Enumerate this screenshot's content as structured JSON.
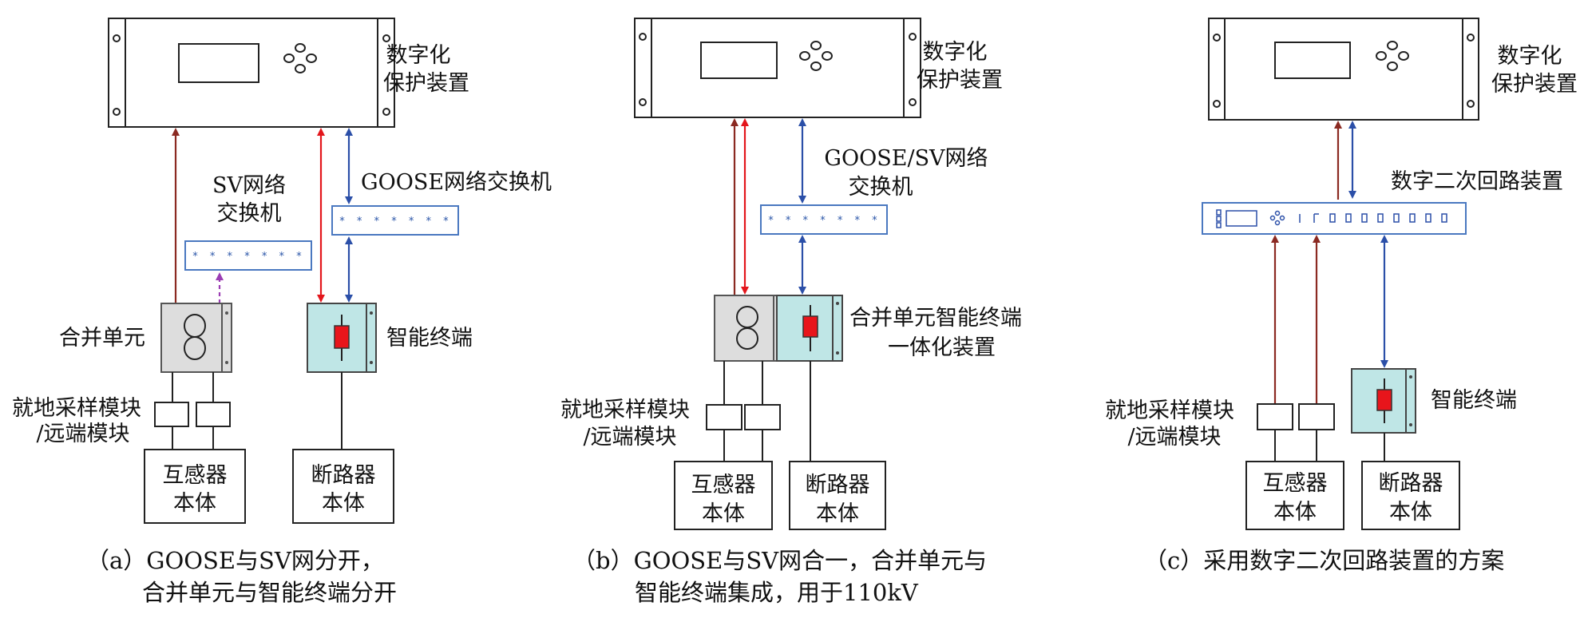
{
  "panel_a": {
    "protection_label": [
      "数字化",
      "保护装置"
    ],
    "sv_switch_label": [
      "SV网络",
      "交换机"
    ],
    "goose_switch_label": "GOOSE网络交换机",
    "merging_unit_label": "合并单元",
    "intelligent_terminal_label": "智能终端",
    "sampling_label": [
      "就地采样模块",
      "/远端模块"
    ],
    "transformer_label": [
      "互感器",
      "本体"
    ],
    "breaker_label": [
      "断路器",
      "本体"
    ],
    "caption": [
      "（a）GOOSE与SV网分开，",
      "合并单元与智能终端分开"
    ]
  },
  "panel_b": {
    "protection_label": [
      "数字化",
      "保护装置"
    ],
    "switch_label": [
      "GOOSE/SV网络",
      "交换机"
    ],
    "combined_label": [
      "合并单元智能终端",
      "一体化装置"
    ],
    "sampling_label": [
      "就地采样模块",
      "/远端模块"
    ],
    "transformer_label": [
      "互感器",
      "本体"
    ],
    "breaker_label": [
      "断路器",
      "本体"
    ],
    "caption": [
      "（b）GOOSE与SV网合一，合并单元与",
      "智能终端集成，用于110kV"
    ]
  },
  "panel_c": {
    "protection_label": [
      "数字化",
      "保护装置"
    ],
    "device_label": "数字二次回路装置",
    "intelligent_terminal_label": "智能终端",
    "sampling_label": [
      "就地采样模块",
      "/远端模块"
    ],
    "transformer_label": [
      "互感器",
      "本体"
    ],
    "breaker_label": [
      "断路器",
      "本体"
    ],
    "caption": "（c）采用数字二次回路装置的方案"
  },
  "switch_port_glyphs": "* * * * * * *",
  "colors": {
    "sv_link": "#8b2a22",
    "goose_red": "#e3161c",
    "goose_blue": "#2b4fa8",
    "sv_network": "#9b3db3",
    "merging_unit_fill": "#dddddd",
    "intelligent_terminal_fill": "#bfe6e6",
    "breaker_symbol": "#e8151b",
    "switch_border": "#4a78c0"
  }
}
